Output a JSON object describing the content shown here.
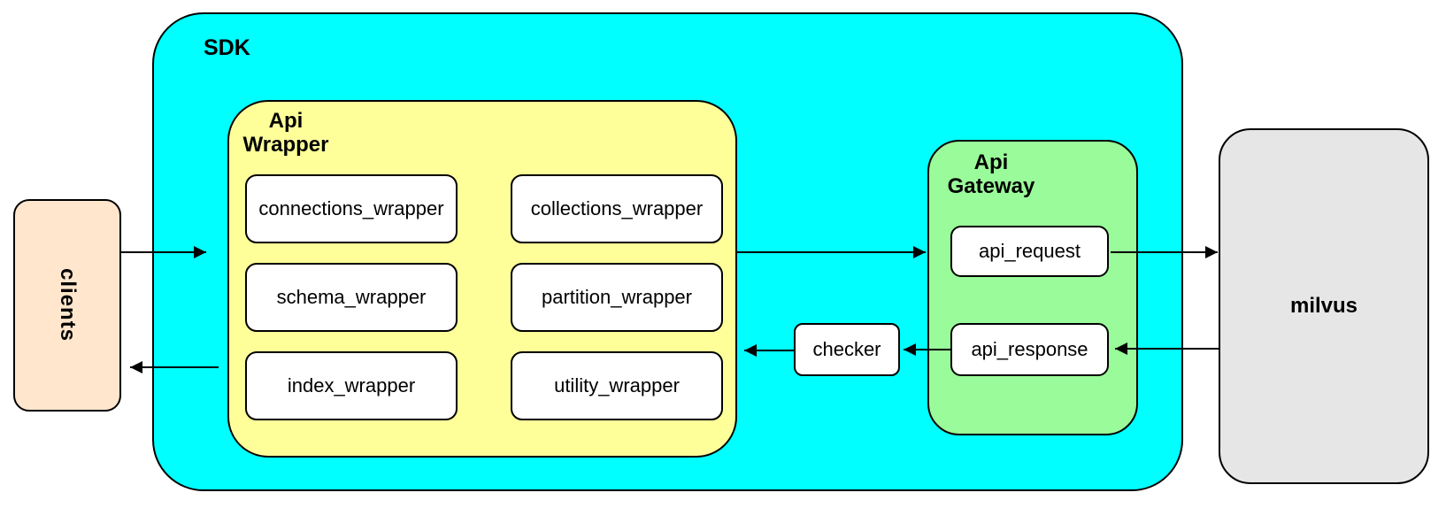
{
  "clients": {
    "label": "clients"
  },
  "sdk": {
    "label": "SDK",
    "api_wrapper": {
      "label": "Api Wrapper",
      "modules": [
        "connections_wrapper",
        "collections_wrapper",
        "schema_wrapper",
        "partition_wrapper",
        "index_wrapper",
        "utility_wrapper"
      ]
    },
    "checker": {
      "label": "checker"
    },
    "api_gateway": {
      "label": "Api Gateway",
      "nodes": [
        "api_request",
        "api_response"
      ]
    }
  },
  "milvus": {
    "label": "milvus"
  },
  "colors": {
    "sdk_fill": "#00ffff",
    "api_wrapper_fill": "#ffff99",
    "api_gateway_fill": "#99fb99",
    "clients_fill": "#ffe6cc",
    "milvus_fill": "#e6e6e6",
    "box_fill": "#ffffff",
    "border": "#000000"
  }
}
